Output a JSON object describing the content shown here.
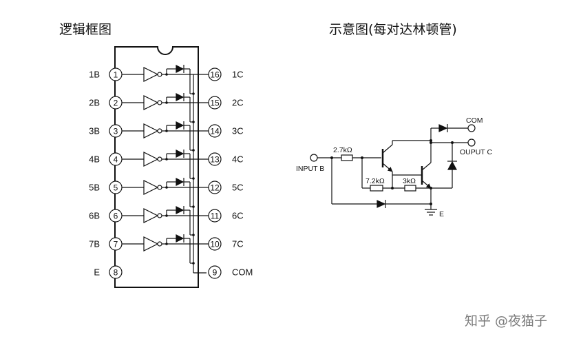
{
  "left_title": "逻辑框图",
  "right_title": "示意图(每对达林顿管)",
  "left_pins": [
    {
      "num": "1",
      "label": "1B"
    },
    {
      "num": "2",
      "label": "2B"
    },
    {
      "num": "3",
      "label": "3B"
    },
    {
      "num": "4",
      "label": "4B"
    },
    {
      "num": "5",
      "label": "5B"
    },
    {
      "num": "6",
      "label": "6B"
    },
    {
      "num": "7",
      "label": "7B"
    },
    {
      "num": "8",
      "label": "E"
    }
  ],
  "right_pins": [
    {
      "num": "16",
      "label": "1C"
    },
    {
      "num": "15",
      "label": "2C"
    },
    {
      "num": "14",
      "label": "3C"
    },
    {
      "num": "13",
      "label": "4C"
    },
    {
      "num": "12",
      "label": "5C"
    },
    {
      "num": "11",
      "label": "6C"
    },
    {
      "num": "10",
      "label": "7C"
    },
    {
      "num": "9",
      "label": "COM"
    }
  ],
  "schematic": {
    "input_label": "INPUT B",
    "output_label": "OUPUT C",
    "com_label": "COM",
    "emitter_label": "E",
    "r1_label": "2.7kΩ",
    "r2_label": "7.2kΩ",
    "r3_label": "3kΩ"
  },
  "watermark": "知乎 @夜猫子"
}
